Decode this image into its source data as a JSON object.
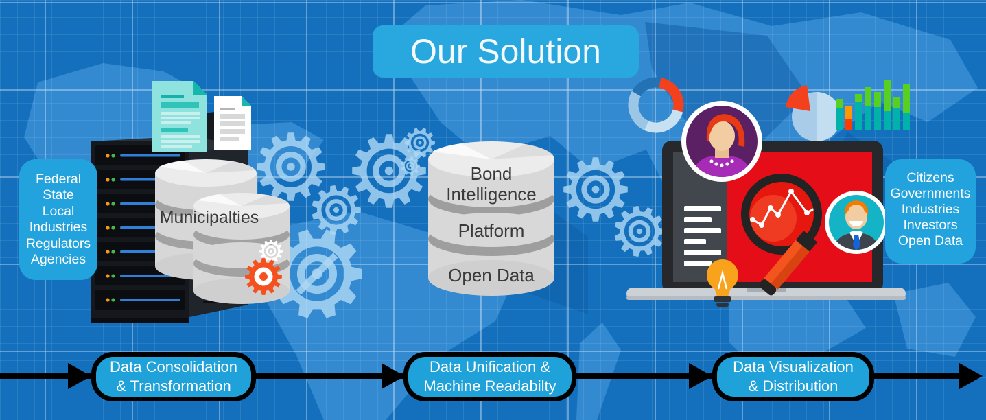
{
  "title": "Our Solution",
  "left_badge": {
    "lines": [
      "Federal",
      "State",
      "Local",
      "Industries",
      "Regulators",
      "Agencies"
    ]
  },
  "municipalities_label": "Municipalties",
  "platform_db": {
    "layers": [
      "Bond Intelligence",
      "Platform",
      "Open Data"
    ]
  },
  "right_badge": {
    "lines": [
      "Citizens",
      "Governments",
      "Industries",
      "Investors",
      "Open Data"
    ]
  },
  "flow": {
    "steps": [
      {
        "line1": "Data Consolidation",
        "line2": "& Transformation"
      },
      {
        "line1": "Data Unification &",
        "line2": "Machine Readabilty"
      },
      {
        "line1": "Data Visualization",
        "line2": "& Distribution"
      }
    ]
  },
  "icons": {
    "gear": "gear-icon",
    "server": "server-rack-icon",
    "database": "database-cylinder-icon",
    "documents": "document-icon",
    "laptop": "laptop-icon",
    "magnifier": "magnifier-line-chart-icon",
    "female_user": "female-user-icon",
    "male_user": "male-user-icon",
    "lightbulb": "lightbulb-icon",
    "donut_chart": "donut-chart-icon",
    "pie_chart": "pie-chart-icon",
    "bar_chart": "bar-chart-icon"
  },
  "colors": {
    "background_blue": "#1470bd",
    "badge_blue": "#22a3dd",
    "flow_button_blue": "#1fa1d9",
    "screen_red": "#e40d18",
    "gear_light_blue": "#aed8f4",
    "gear_orange": "#f4511e",
    "bar_teal": "#00b2a9",
    "bar_green": "#57d021",
    "doc_teal": "#8fe3de"
  }
}
